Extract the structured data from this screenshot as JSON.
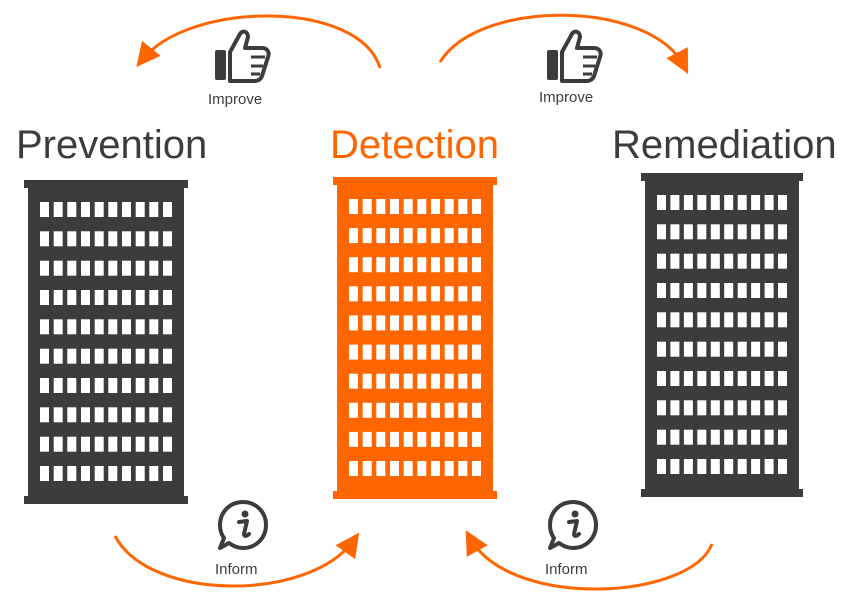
{
  "colors": {
    "dark": "#3c3c3c",
    "accent": "#ff6600",
    "window": "#ffffff"
  },
  "pillars": [
    {
      "title": "Prevention",
      "color": "#3c3c3c",
      "icon": "building-icon"
    },
    {
      "title": "Detection",
      "color": "#ff6600",
      "icon": "building-icon"
    },
    {
      "title": "Remediation",
      "color": "#3c3c3c",
      "icon": "building-icon"
    }
  ],
  "feedback": {
    "improve": [
      {
        "label": "Improve",
        "icon": "thumbs-up-icon"
      },
      {
        "label": "Improve",
        "icon": "thumbs-up-icon"
      }
    ],
    "inform": [
      {
        "label": "Inform",
        "icon": "info-bubble-icon"
      },
      {
        "label": "Inform",
        "icon": "info-bubble-icon"
      }
    ]
  }
}
